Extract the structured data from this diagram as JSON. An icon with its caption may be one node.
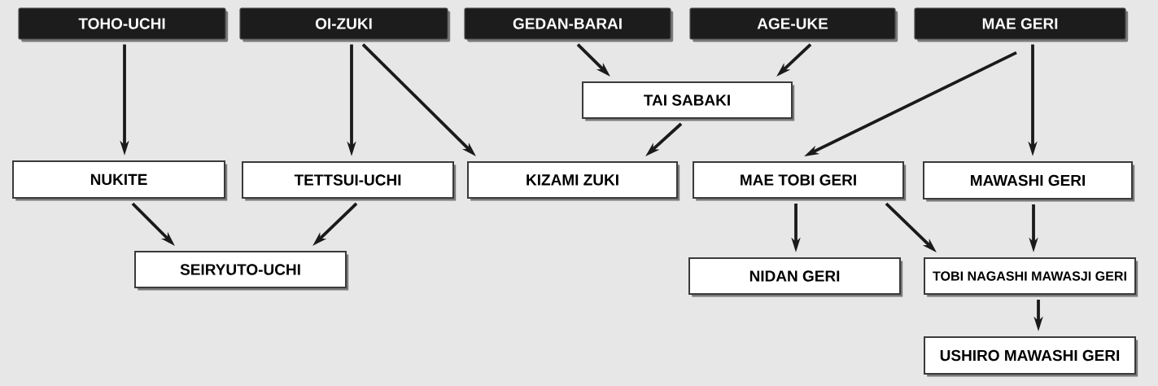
{
  "diagram": {
    "nodes": [
      {
        "text": [
          "TOHO-UCHI"
        ]
      },
      {
        "text": [
          "OI-ZUKI"
        ]
      },
      {
        "text": [
          "GEDAN-BARAI"
        ]
      },
      {
        "text": [
          "AGE-UKE"
        ]
      },
      {
        "text": [
          "MAE GERI"
        ]
      },
      {
        "text": [
          "TAI SABAKI"
        ]
      },
      {
        "text": [
          "NUKITE"
        ]
      },
      {
        "text": [
          "TETTSUI-UCHI"
        ]
      },
      {
        "text": [
          "KIZAMI ZUKI"
        ]
      },
      {
        "text": [
          "MAE TOBI GERI"
        ]
      },
      {
        "text": [
          "MAWASHI GERI"
        ]
      },
      {
        "text": [
          "SEIRYUTO-UCHI"
        ]
      },
      {
        "text": [
          "NIDAN GERI"
        ]
      },
      {
        "text": [
          "TOBI NAGASHI MAWASJI GERI"
        ]
      },
      {
        "text": [
          "USHIRO MAWASHI GERI"
        ]
      }
    ],
    "edges": [
      {
        "from": 0,
        "to": 6,
        "arrow": "to"
      },
      {
        "from": 1,
        "to": 7,
        "arrow": "to"
      },
      {
        "from": 1,
        "to": 8,
        "arrow": "to"
      },
      {
        "from": 2,
        "to": 5,
        "arrow": "to"
      },
      {
        "from": 3,
        "to": 5,
        "arrow": "to"
      },
      {
        "from": 4,
        "to": 9,
        "arrow": "to"
      },
      {
        "from": 4,
        "to": 10,
        "arrow": "to"
      },
      {
        "from": 5,
        "to": 8,
        "arrow": "to"
      },
      {
        "from": 6,
        "to": 11,
        "arrow": "to"
      },
      {
        "from": 7,
        "to": 11,
        "arrow": "to"
      },
      {
        "from": 9,
        "to": 12,
        "arrow": "to"
      },
      {
        "from": 9,
        "to": 13,
        "arrow": "to"
      },
      {
        "from": 10,
        "to": 13,
        "arrow": "to"
      },
      {
        "from": 13,
        "to": 14,
        "arrow": "to"
      }
    ]
  }
}
